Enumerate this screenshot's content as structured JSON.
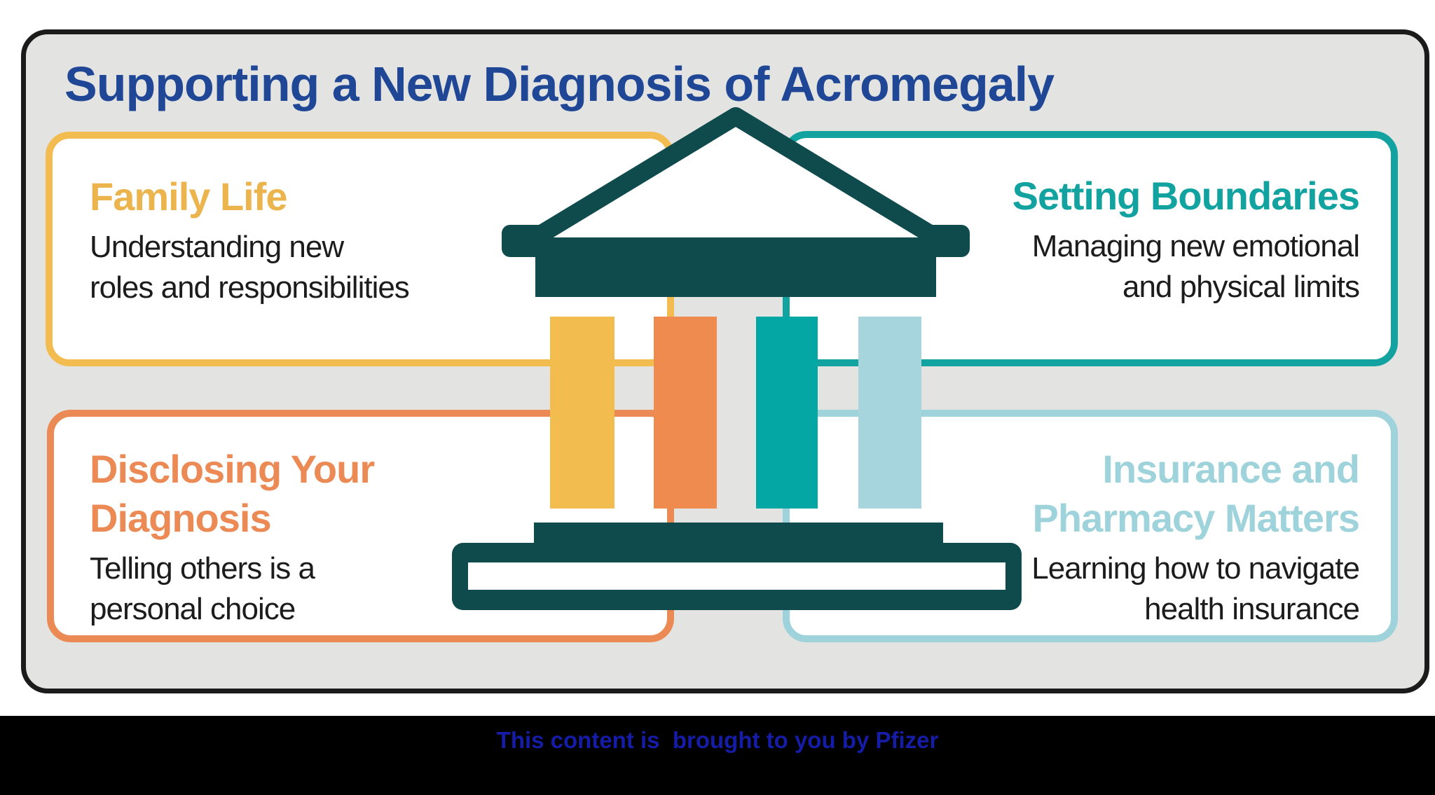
{
  "title": {
    "text": "Supporting a New Diagnosis of Acromegaly",
    "color": "#1F4795"
  },
  "card": {
    "background": "#E3E3E2",
    "border_color": "#1B1B1B"
  },
  "quadrants": [
    {
      "id": "family-life",
      "heading": "Family Life",
      "body": "Understanding new\nroles and responsibilities",
      "accent_color": "#F3BC51",
      "heading_color": "#ECB44C",
      "align": "left"
    },
    {
      "id": "setting-boundaries",
      "heading": "Setting Boundaries",
      "body": "Managing new emotional\nand physical limits",
      "accent_color": "#12A3A0",
      "heading_color": "#12A3A0",
      "align": "right"
    },
    {
      "id": "disclosing-your-diagnosis",
      "heading": "Disclosing Your\nDiagnosis",
      "body": "Telling others is a\npersonal choice",
      "accent_color": "#EB8A54",
      "heading_color": "#EB8A54",
      "align": "left"
    },
    {
      "id": "insurance-and-pharmacy-matters",
      "heading": "Insurance and\nPharmacy Matters",
      "body": "Learning how to navigate\nhealth insurance",
      "accent_color": "#9FD3DB",
      "heading_color": "#9FD3DB",
      "align": "right"
    }
  ],
  "building": {
    "icon": "greek-temple-icon",
    "structure_color": "#0F4A4D",
    "pillar_colors": [
      "#F2BD4E",
      "#F08B50",
      "#04A7A3",
      "#A6D5DE"
    ]
  },
  "footer": {
    "text": "This content is  brought to you by Pfizer",
    "background": "#000000",
    "text_color": "#151CA5"
  }
}
